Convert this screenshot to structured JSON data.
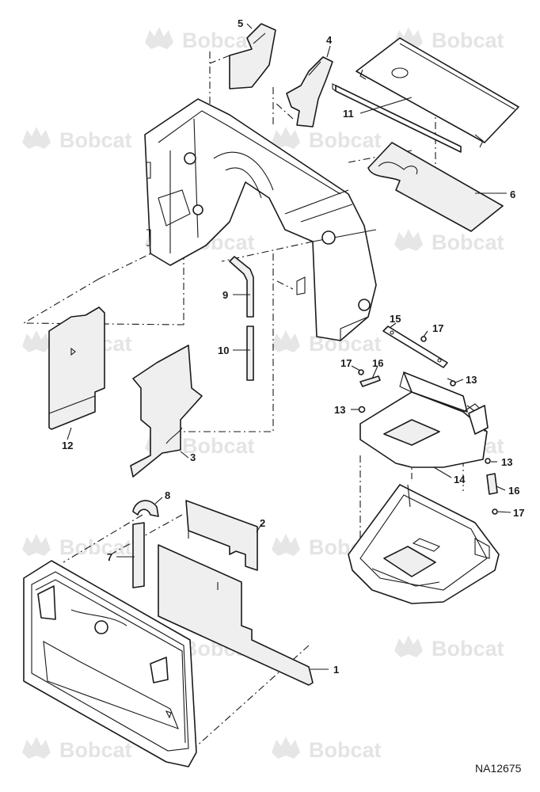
{
  "watermark": {
    "text": "Bobcat",
    "text_color": "#e4e4e4"
  },
  "callouts": {
    "c1": "1",
    "c2": "2",
    "c3": "3",
    "c4": "4",
    "c5": "5",
    "c6": "6",
    "c7": "7",
    "c8": "8",
    "c9": "9",
    "c10": "10",
    "c11": "11",
    "c12": "12",
    "c13a": "13",
    "c13b": "13",
    "c13c": "13",
    "c14": "14",
    "c15": "15",
    "c16a": "16",
    "c16b": "16",
    "c17a": "17",
    "c17b": "17",
    "c17c": "17"
  },
  "document_id": "NA12675",
  "colors": {
    "line": "#1a1a1a",
    "background": "#ffffff"
  }
}
